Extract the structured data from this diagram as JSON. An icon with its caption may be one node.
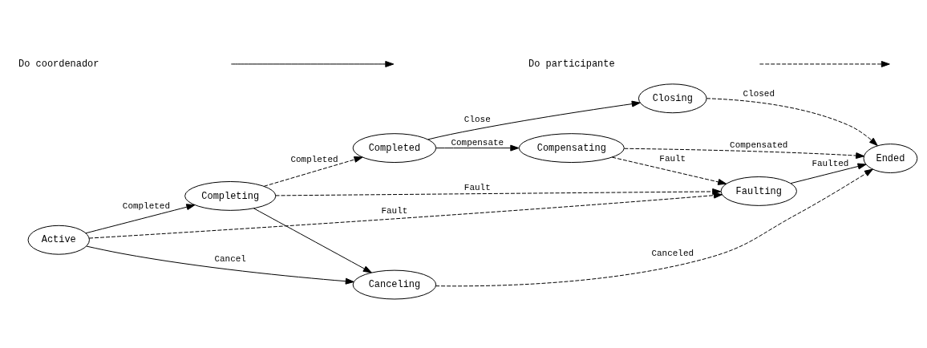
{
  "diagram": {
    "nodes": [
      {
        "text": [
          "Active"
        ]
      },
      {
        "text": [
          "Completing"
        ]
      },
      {
        "text": [
          "Completed"
        ]
      },
      {
        "text": [
          "Closing"
        ]
      },
      {
        "text": [
          "Ended"
        ]
      },
      {
        "text": [
          "Canceling"
        ]
      },
      {
        "text": [
          "Compensating"
        ]
      },
      {
        "text": [
          "Faulting"
        ]
      }
    ],
    "edges": [
      {
        "from": 0,
        "to": 5,
        "arrow": "to",
        "label": "Cancel"
      },
      {
        "from": 1,
        "to": 5,
        "arrow": "to"
      },
      {
        "from": 5,
        "to": 4,
        "arrow": "to",
        "label": "Canceled",
        "style": "dashed"
      },
      {
        "from": 0,
        "to": 1,
        "arrow": "to",
        "label": "Completed"
      },
      {
        "from": 1,
        "to": 2,
        "arrow": "to",
        "label": "Completed",
        "style": "dashed"
      },
      {
        "from": 2,
        "to": 3,
        "arrow": "to",
        "label": "Close"
      },
      {
        "from": 3,
        "to": 4,
        "arrow": "to",
        "label": "Closed",
        "style": "dashed"
      },
      {
        "from": 2,
        "to": 6,
        "arrow": "to",
        "label": "Compensate"
      },
      {
        "from": 6,
        "to": 4,
        "arrow": "to",
        "label": "Compensated",
        "style": "dashed"
      },
      {
        "from": 6,
        "to": 7,
        "arrow": "to",
        "label": "Fault",
        "style": "dashed"
      },
      {
        "from": 0,
        "to": 7,
        "arrow": "to",
        "label": "Fault",
        "style": "dashed"
      },
      {
        "from": 1,
        "to": 7,
        "arrow": "to",
        "label": "Fault",
        "style": "dashed"
      },
      {
        "from": 7,
        "to": 4,
        "arrow": "to",
        "label": "Faulted"
      }
    ],
    "legend": [
      {
        "text": "Do coordenador"
      },
      {
        "text": "Do participante"
      }
    ]
  }
}
